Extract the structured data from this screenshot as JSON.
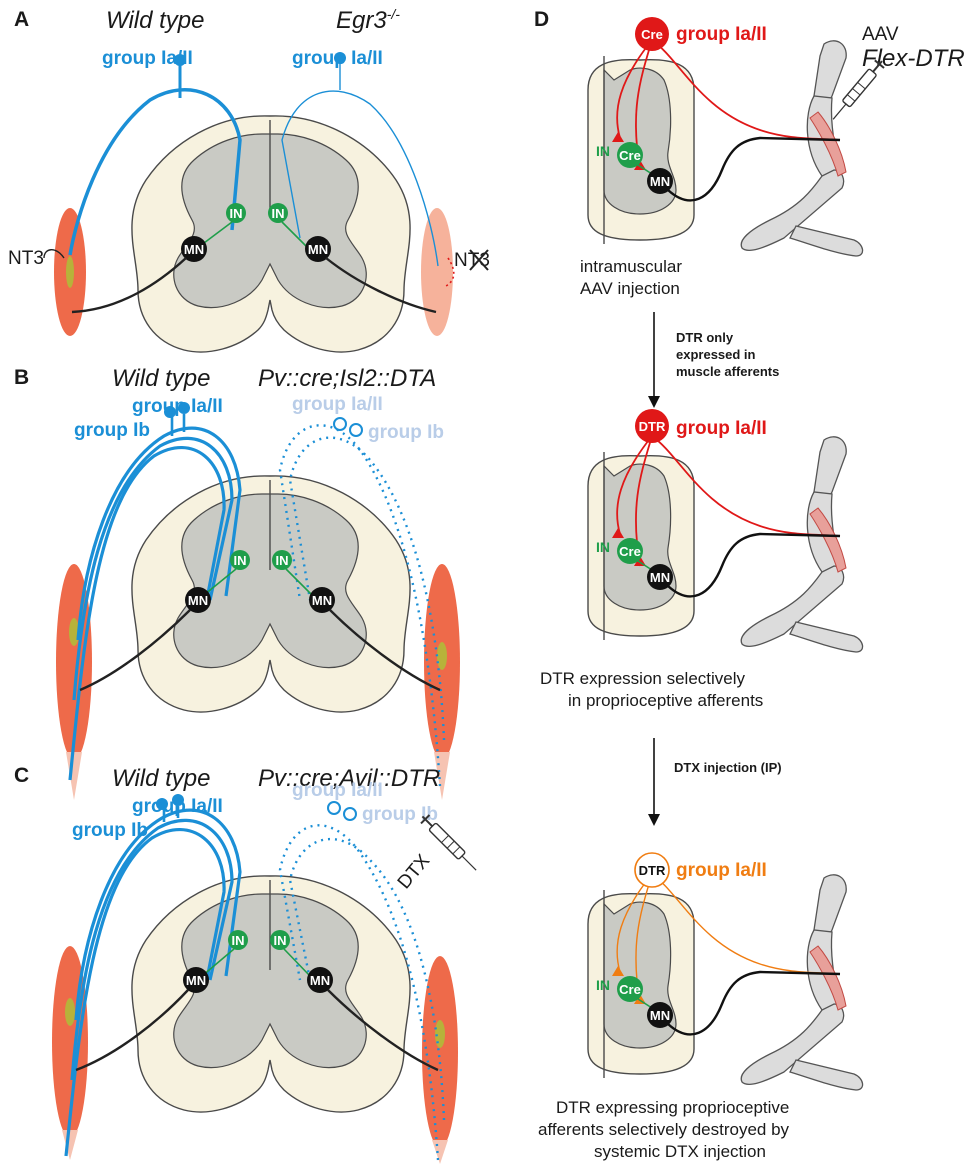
{
  "panels": {
    "a": "A",
    "b": "B",
    "c": "C",
    "d": "D"
  },
  "panel_a": {
    "left_genotype": "Wild type",
    "right_genotype": "Egr3",
    "right_genotype_sup": "-/-",
    "left_afferent": "group Ia/II",
    "right_afferent": "group Ia/II",
    "nt3_left": "NT3",
    "nt3_right": "NT3"
  },
  "panel_b": {
    "left_genotype": "Wild type",
    "right_genotype": "Pv::cre;Isl2::DTA",
    "left_ia": "group Ia/II",
    "left_ib": "group Ib",
    "right_ia": "group Ia/II",
    "right_ib": "group Ib"
  },
  "panel_c": {
    "left_genotype": "Wild type",
    "right_genotype": "Pv::cre;Avil::DTR",
    "left_ia": "group Ia/II",
    "left_ib": "group Ib",
    "right_ia": "group Ia/II",
    "right_ib": "group Ib",
    "dtx": "DTX"
  },
  "nodes": {
    "mn": "MN",
    "in": "IN",
    "cre": "Cre",
    "dtr": "DTR"
  },
  "panel_d": {
    "aav_line1": "AAV",
    "aav_line2": "Flex-DTR",
    "stage1_afferent": "group Ia/II",
    "stage2_afferent": "group Ia/II",
    "stage3_afferent": "group Ia/II",
    "caption1": [
      "intramuscular",
      "AAV injection"
    ],
    "arrow1_label": [
      "DTR only",
      "expressed in",
      "muscle afferents"
    ],
    "caption2": [
      "DTR expression selectively",
      "in proprioceptive afferents"
    ],
    "arrow2_label": "DTX injection (IP)",
    "caption3": [
      "DTR expressing proprioceptive",
      "afferents selectively destroyed by",
      "systemic DTX injection"
    ]
  },
  "colors": {
    "afferent_blue": "#1b8fd6",
    "faded_blue": "#b9cde8",
    "interneuron_green": "#1f9e4a",
    "motor_neuron": "#111111",
    "muscle": "#ee6a4a",
    "spinal_grey": "#c9cac4",
    "spinal_cream": "#f7f2df",
    "red_afferent": "#e01818",
    "orange_afferent": "#f07d12"
  }
}
